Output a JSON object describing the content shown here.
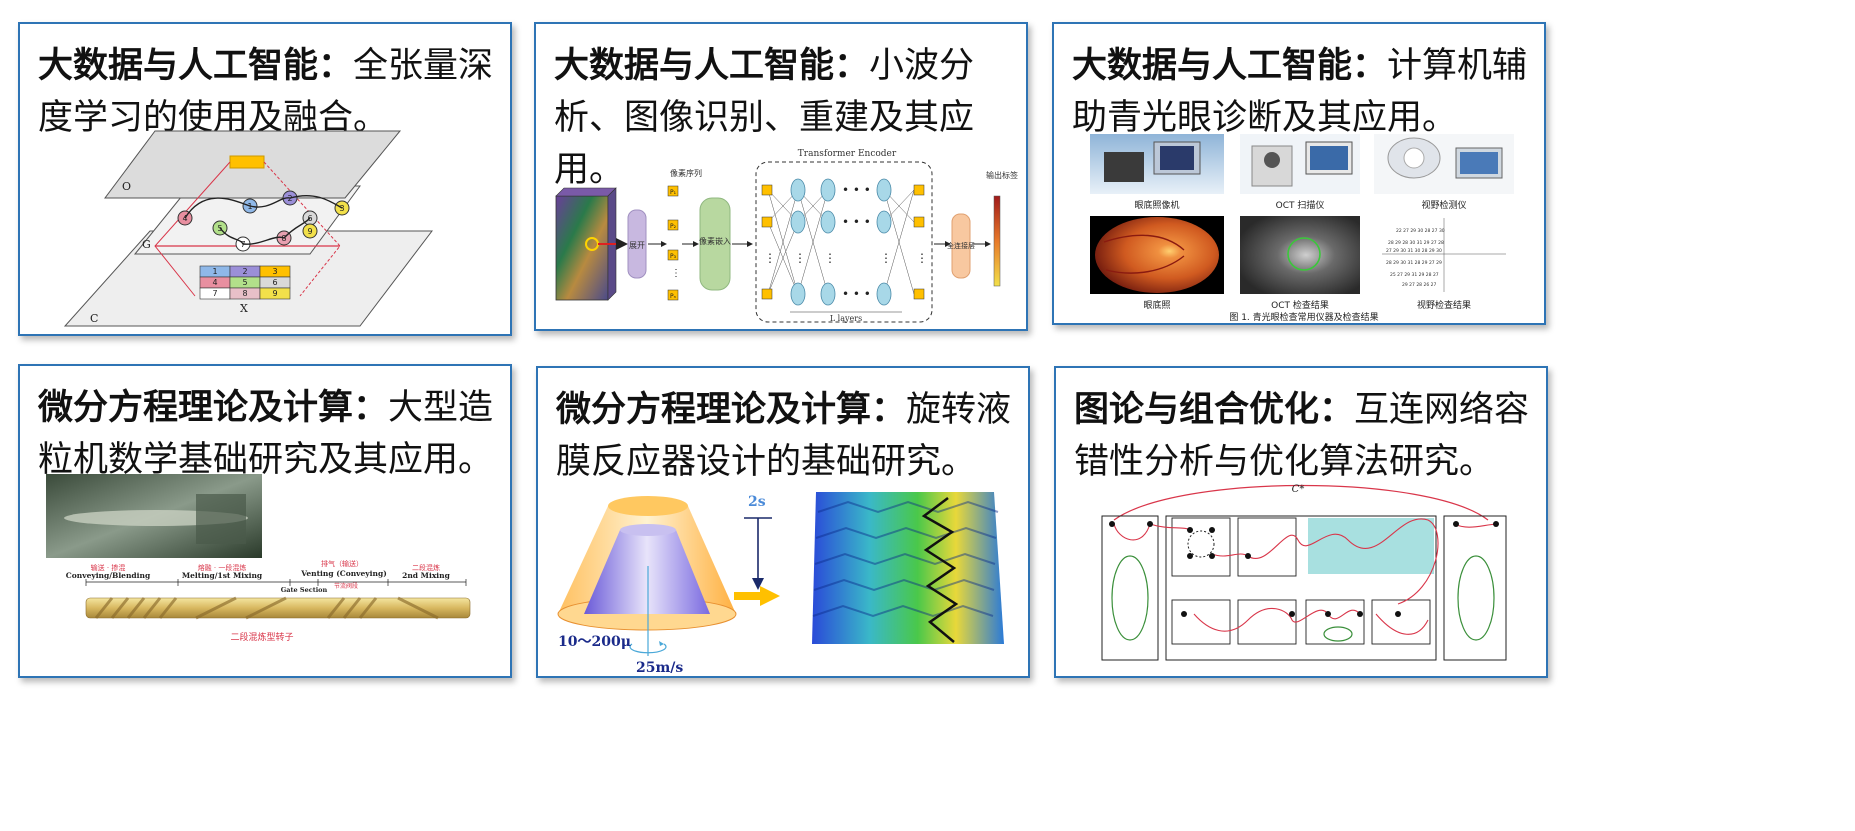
{
  "cards": [
    {
      "title": "大数据与人工智能：",
      "desc": "全张量深度学习的使用及融合。",
      "figure": {
        "grid_nums": [
          "1",
          "2",
          "3",
          "4",
          "5",
          "6",
          "7",
          "8",
          "9"
        ],
        "node_nums": [
          "1",
          "2",
          "3",
          "4",
          "5",
          "6",
          "7",
          "8",
          "9"
        ],
        "plane_labels": [
          "O",
          "G",
          "X",
          "C"
        ]
      }
    },
    {
      "title": "大数据与人工智能：",
      "desc": "小波分析、图像识别、重建及其应用。",
      "figure": {
        "encoder_title": "Transformer Encoder",
        "seq_label": "像素序列",
        "output_label": "输出标签",
        "unfold_label": "展开",
        "embed_label": "像素嵌入",
        "fc_label": "全连接层",
        "layers_label": "L layers",
        "p_labels": [
          "P₁",
          "P₂",
          "P₃",
          "Pₙ"
        ]
      }
    },
    {
      "title": "大数据与人工智能：",
      "desc": "计算机辅助青光眼诊断及其应用。",
      "figure": {
        "captions_top": [
          "眼底照像机",
          "OCT 扫描仪",
          "视野检测仪"
        ],
        "captions_bottom": [
          "眼底照",
          "OCT 检查结果",
          "视野检查结果"
        ],
        "figure_caption": "图 1. 青光眼检查常用仪器及检查结果"
      }
    },
    {
      "title": "微分方程理论及计算：",
      "desc": "大型造粒机数学基础研究及其应用。",
      "figure": {
        "zones": [
          {
            "cn": "输送 · 掺混",
            "en": "Conveying/Blending"
          },
          {
            "cn": "熔融 · 一段混炼",
            "en": "Melting/1st Mixing"
          },
          {
            "cn": "排气（输送）",
            "en": "Venting (Conveying)"
          },
          {
            "cn": "二段混炼",
            "en": "2nd Mixing"
          }
        ],
        "gate_label": "Gate Section",
        "gate_cn": "节流阀段",
        "rotor_caption": "二段混炼型转子"
      }
    },
    {
      "title": "微分方程理论及计算：",
      "desc": "旋转液膜反应器设计的基础研究。",
      "figure": {
        "time_label": "2s",
        "thickness_label": "10～200μ",
        "speed_label": "25m/s"
      }
    },
    {
      "title": "图论与组合优化：",
      "desc": "互连网络容错性分析与优化算法研究。",
      "figure": {
        "c_star": "C*"
      }
    }
  ],
  "colors": {
    "border": "#2e74b5",
    "text": "#111111",
    "accent_red": "#d9364a",
    "accent_green": "#3a8f3a"
  }
}
